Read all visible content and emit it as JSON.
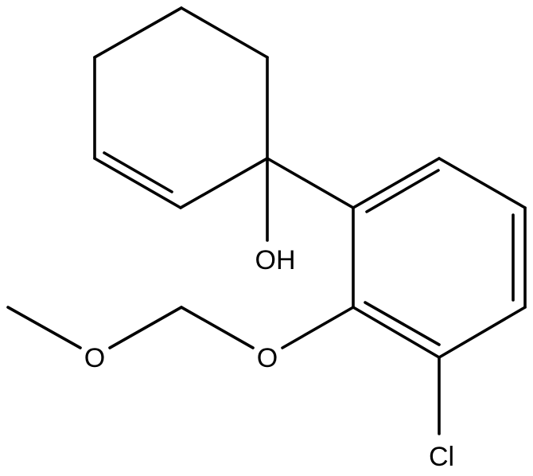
{
  "structure": {
    "atoms": {
      "hydroxyl": "OH",
      "ether_oxygen_aryl": "O",
      "ether_oxygen_methyl": "O",
      "chlorine": "Cl"
    }
  }
}
